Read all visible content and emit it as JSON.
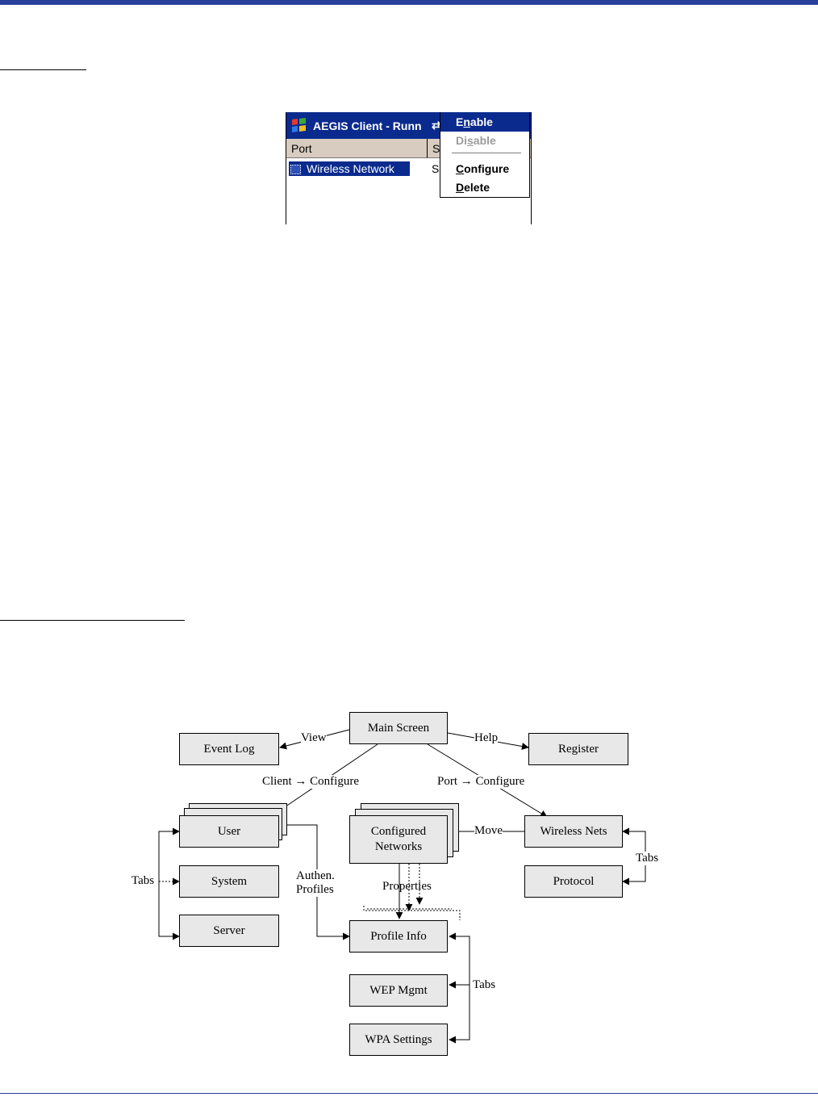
{
  "pocketpc": {
    "title": "AEGIS Client - Runn",
    "header_port": "Port",
    "header_status": "S",
    "row_name": "Wireless Network",
    "row_status": "S",
    "menu": {
      "enable": {
        "pre": "E",
        "acc": "n",
        "post": "able"
      },
      "disable": {
        "pre": "Di",
        "acc": "s",
        "post": "able"
      },
      "configure": {
        "pre": "",
        "acc": "C",
        "post": "onfigure"
      },
      "delete": {
        "pre": "",
        "acc": "D",
        "post": "elete"
      }
    }
  },
  "flow": {
    "main": "Main Screen",
    "event_log": "Event Log",
    "register": "Register",
    "user": "User",
    "system": "System",
    "server": "Server",
    "configured_l1": "Configured",
    "configured_l2": "Networks",
    "wireless_nets": "Wireless Nets",
    "protocol": "Protocol",
    "profile_info": "Profile Info",
    "wep": "WEP Mgmt",
    "wpa": "WPA Settings",
    "lbl_view": "View",
    "lbl_help": "Help",
    "lbl_client_configure": "Client → Configure",
    "lbl_port_configure": "Port → Configure",
    "lbl_move": "Move",
    "lbl_tabs_left": "Tabs",
    "lbl_tabs_right": "Tabs",
    "lbl_tabs_bottom": "Tabs",
    "lbl_authen1": "Authen.",
    "lbl_authen2": "Profiles",
    "lbl_properties": "Properties"
  },
  "colors": {
    "rule": "#2a3e9c",
    "titlebar": "#0a2a8e",
    "box": "#e8e8e8"
  }
}
